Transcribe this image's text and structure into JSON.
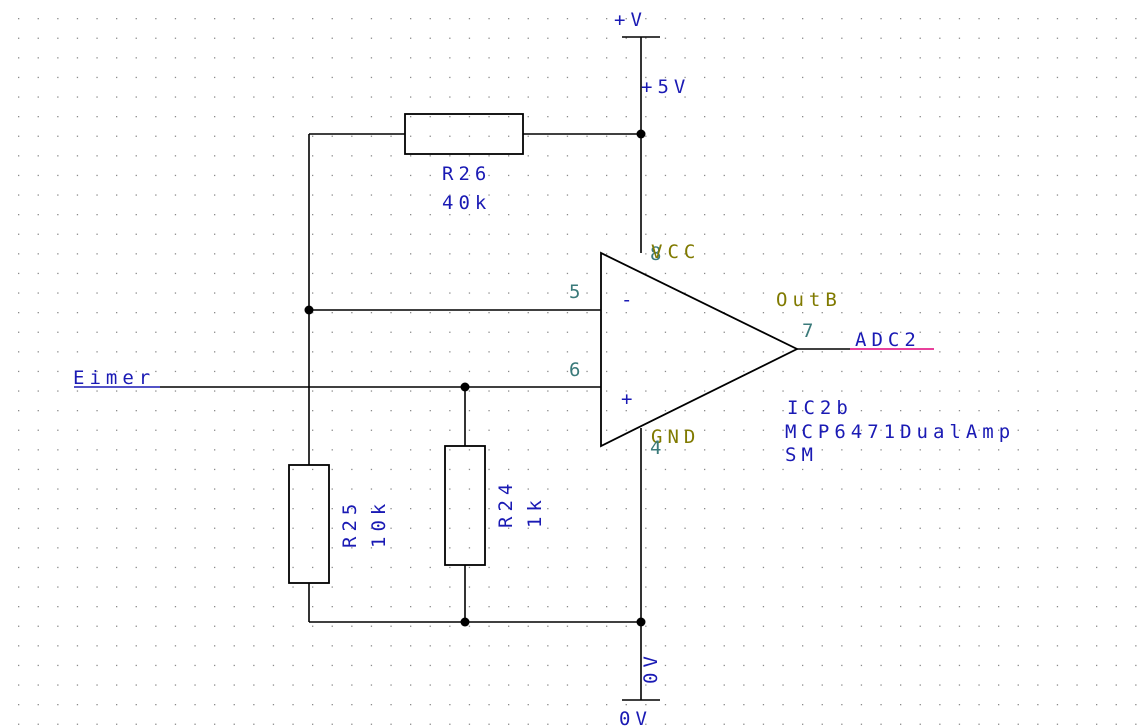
{
  "colors": {
    "background": "#ffffff",
    "grid_dot": "#8a8a8a",
    "wire": "#000000",
    "net_label": "#1a1ab4",
    "pin_number": "#3a7a7a",
    "pin_name": "#807a00",
    "output_net_line": "#e0007a"
  },
  "power": {
    "top_symbol_label": "+V",
    "top_net_label": "+5V",
    "bottom_symbol_label": "0V",
    "bottom_net_label": "0V"
  },
  "resistors": {
    "r26": {
      "name": "R26",
      "value": "40k"
    },
    "r25": {
      "name": "R25",
      "value": "10k"
    },
    "r24": {
      "name": "R24",
      "value": "1k"
    }
  },
  "opamp": {
    "designator": "IC2b",
    "part": "MCP6471DualAmp",
    "package": "SM",
    "pin_vcc_number": "8",
    "pin_vcc_name": "VCC",
    "pin_inv_number": "5",
    "pin_inv_symbol": "-",
    "pin_noninv_number": "6",
    "pin_noninv_symbol": "+",
    "pin_out_number": "7",
    "pin_out_name": "OutB",
    "pin_gnd_number": "4",
    "pin_gnd_name": "GND"
  },
  "nets": {
    "input": "Eimer",
    "output": "ADC2"
  }
}
